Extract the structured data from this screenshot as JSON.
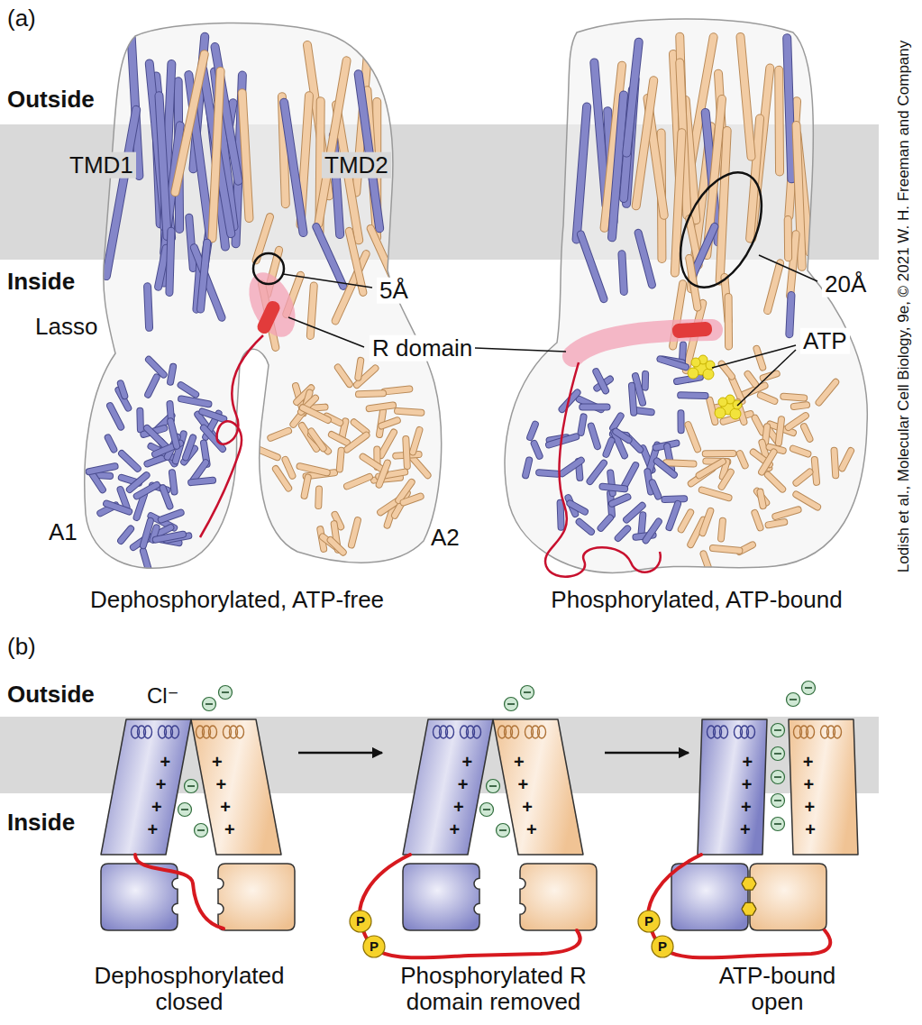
{
  "diagram": {
    "nodes": [
      {
        "text": [
          "Dephosphorylated closed"
        ]
      },
      {
        "text": [
          "Phosphorylated R domain removed"
        ]
      },
      {
        "text": [
          "ATP-bound open"
        ]
      }
    ],
    "edges": [
      {
        "from": 0,
        "to": 1,
        "arrow": "to"
      },
      {
        "from": 1,
        "to": 2,
        "arrow": "to"
      }
    ],
    "labels": [
      "(a)",
      "Outside",
      "TMD1",
      "TMD2",
      "Inside",
      "Lasso",
      "5Å",
      "R domain",
      "20Å",
      "ATP",
      "A1",
      "A2",
      "Dephosphorylated, ATP-free",
      "Phosphorylated, ATP-bound",
      "Lodish et al., Molecular Cell Biology, 9e, © 2021 W. H. Freeman and Company",
      "(b)",
      "Cl⁻",
      "Outside",
      "Inside",
      "+",
      "+",
      "+",
      "+",
      "+",
      "+",
      "+",
      "+",
      "+",
      "+",
      "+",
      "+",
      "+",
      "+",
      "+",
      "+",
      "+",
      "+",
      "+",
      "+",
      "+",
      "+",
      "+",
      "+",
      "P",
      "P",
      "P",
      "P"
    ]
  }
}
